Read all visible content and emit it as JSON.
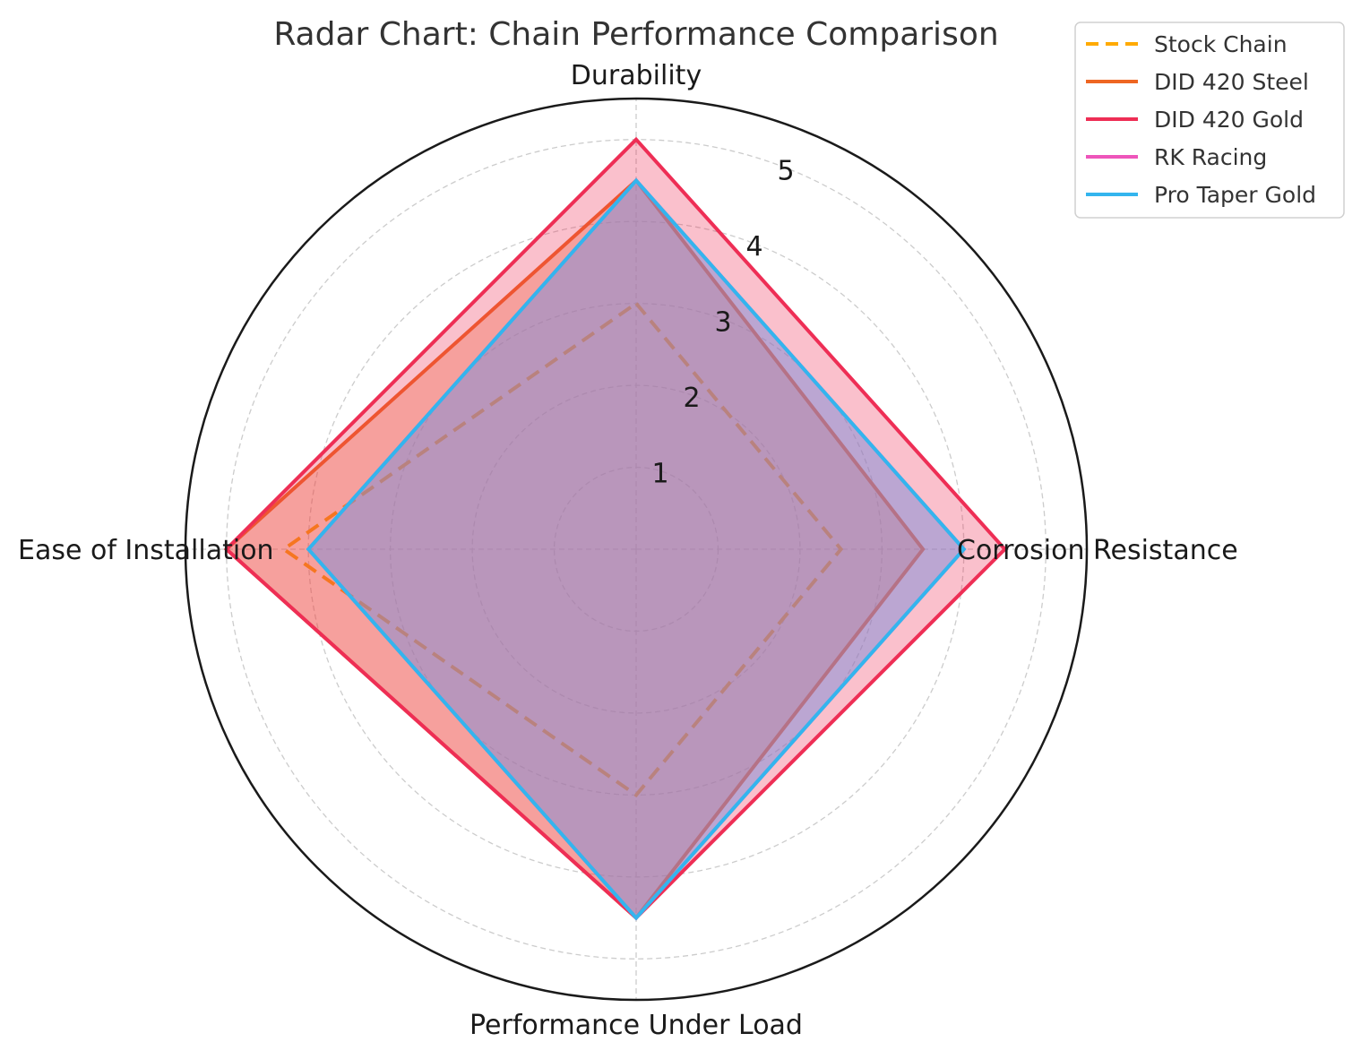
{
  "chart_data": {
    "type": "radar",
    "title": "Radar Chart: Chain Performance Comparison",
    "axes": [
      "Durability",
      "Corrosion Resistance",
      "Performance Under Load",
      "Ease of Installation"
    ],
    "r_ticks": [
      "1",
      "2",
      "3",
      "4",
      "5"
    ],
    "r_tick_values": [
      1,
      2,
      3,
      4,
      5
    ],
    "rlim": [
      0,
      5.5
    ],
    "grid": true,
    "legend_position": "top-right",
    "series": [
      {
        "name": "Stock Chain",
        "values": [
          3,
          2.5,
          3,
          4.3
        ],
        "color": "#ffaa00",
        "dashed": true,
        "fill": false
      },
      {
        "name": "DID 420 Steel",
        "values": [
          4.5,
          3.5,
          4.5,
          5
        ],
        "color": "#ee6622",
        "dashed": false,
        "fill": true
      },
      {
        "name": "DID 420 Gold",
        "values": [
          5,
          4.5,
          4.5,
          5
        ],
        "color": "#ee2e55",
        "dashed": false,
        "fill": true
      },
      {
        "name": "RK Racing",
        "values": [
          4.5,
          4,
          4.5,
          4
        ],
        "color": "#ee55bb",
        "dashed": false,
        "fill": true
      },
      {
        "name": "Pro Taper Gold",
        "values": [
          4.5,
          4,
          4.5,
          4
        ],
        "color": "#33b5ee",
        "dashed": false,
        "fill": true
      }
    ]
  }
}
